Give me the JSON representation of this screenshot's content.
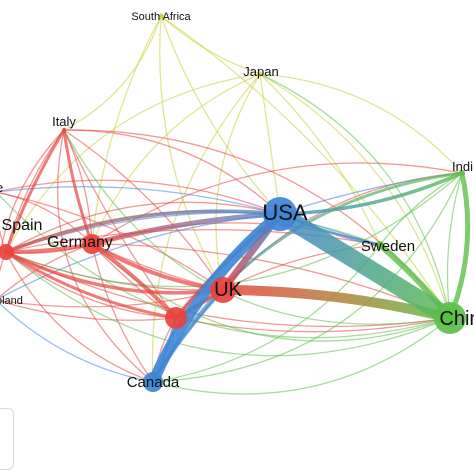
{
  "network": {
    "nodes": [
      {
        "id": "south-africa",
        "label": "South Africa",
        "cluster": "yellow",
        "weight": 1
      },
      {
        "id": "japan",
        "label": "Japan",
        "cluster": "yellow",
        "weight": 2
      },
      {
        "id": "italy",
        "label": "Italy",
        "cluster": "red",
        "weight": 2
      },
      {
        "id": "france",
        "label": "e",
        "cluster": "red",
        "weight": 2
      },
      {
        "id": "spain",
        "label": "Spain",
        "cluster": "red",
        "weight": 5
      },
      {
        "id": "germany",
        "label": "Germany",
        "cluster": "red",
        "weight": 5
      },
      {
        "id": "usa",
        "label": "USA",
        "cluster": "blue",
        "weight": 10
      },
      {
        "id": "india",
        "label": "Indi",
        "cluster": "green",
        "weight": 2
      },
      {
        "id": "sweden",
        "label": "Sweden",
        "cluster": "green",
        "weight": 2
      },
      {
        "id": "uk",
        "label": "UK",
        "cluster": "red",
        "weight": 8
      },
      {
        "id": "poland",
        "label": "oland",
        "cluster": "red",
        "weight": 2
      },
      {
        "id": "red-unlabeled",
        "label": "",
        "cluster": "red",
        "weight": 4
      },
      {
        "id": "china",
        "label": "Chin",
        "cluster": "green",
        "weight": 9
      },
      {
        "id": "canada",
        "label": "Canada",
        "cluster": "blue",
        "weight": 6
      }
    ],
    "cluster_colors": {
      "red": "#e8433f",
      "blue": "#3f86d6",
      "green": "#5cbf4a",
      "yellow": "#c9cf3a"
    },
    "strong_links": [
      {
        "source": "usa",
        "target": "china",
        "strength": 10
      },
      {
        "source": "usa",
        "target": "canada",
        "strength": 7
      },
      {
        "source": "uk",
        "target": "china",
        "strength": 6
      },
      {
        "source": "usa",
        "target": "uk",
        "strength": 5
      },
      {
        "source": "usa",
        "target": "germany",
        "strength": 4
      },
      {
        "source": "sweden",
        "target": "china",
        "strength": 3
      }
    ]
  }
}
